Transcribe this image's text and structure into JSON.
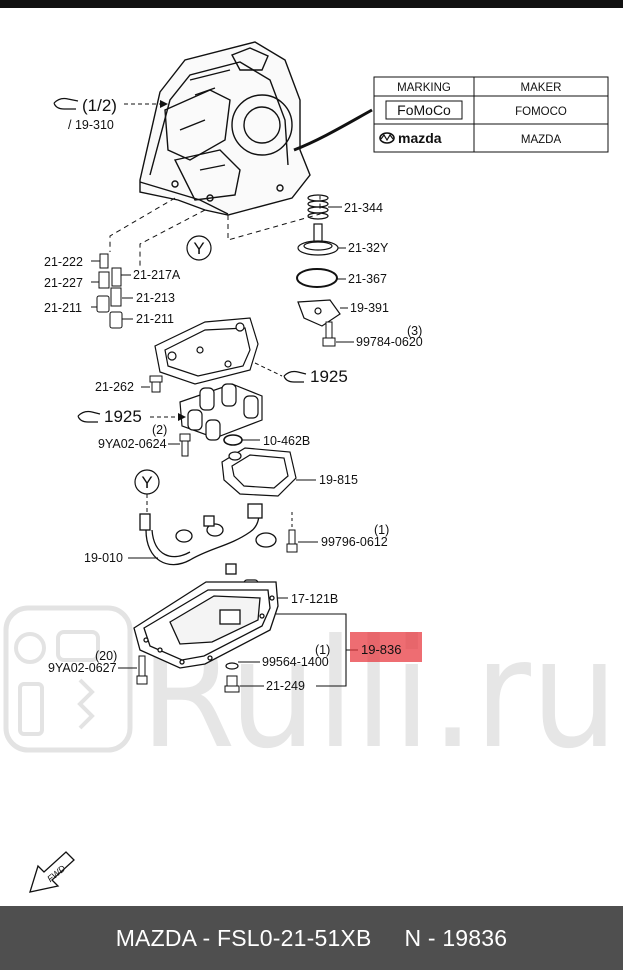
{
  "header": {
    "bar_color": "#111111"
  },
  "marking_table": {
    "col_marking": "MARKING",
    "col_maker": "MAKER",
    "rows": [
      {
        "marking": "FoMoCo",
        "maker": "FOMOCO"
      },
      {
        "marking": "mazda",
        "maker": "MAZDA"
      }
    ]
  },
  "labels": {
    "ref_half": "(1/2)",
    "ref_19310": "/ 19-310",
    "l21344": "21-344",
    "l2132y": "21-32Y",
    "l21367": "21-367",
    "l19391": "19-391",
    "qty3": "(3)",
    "l99784": "99784-0620",
    "l21222": "21-222",
    "l21227": "21-227",
    "l21217a": "21-217A",
    "l21211a": "21-211",
    "l21213": "21-213",
    "l21211b": "21-211",
    "y_mark": "Y",
    "l21262": "21-262",
    "ref1925a": "1925",
    "ref1925b": "1925",
    "qty2": "(2)",
    "l9ya0624": "9YA02-0624",
    "l10462b": "10-462B",
    "l19815": "19-815",
    "y_mark2": "Y",
    "qty1a": "(1)",
    "l99796": "99796-0612",
    "l19010": "19-010",
    "l17121b": "17-121B",
    "qty20": "(20)",
    "l9ya0627": "9YA02-0627",
    "qty1b": "(1)",
    "l99564": "99564-1400",
    "l19836": "19-836",
    "l21249": "21-249",
    "fwd": "FWD"
  },
  "highlight_color": "#e8353c",
  "watermark": {
    "text": "Rulli.ru",
    "color": "#e6e6e6"
  },
  "footer": {
    "text": "MAZDA - FSL0-21-51XB     N - 19836",
    "bg": "#4f4f4f"
  }
}
